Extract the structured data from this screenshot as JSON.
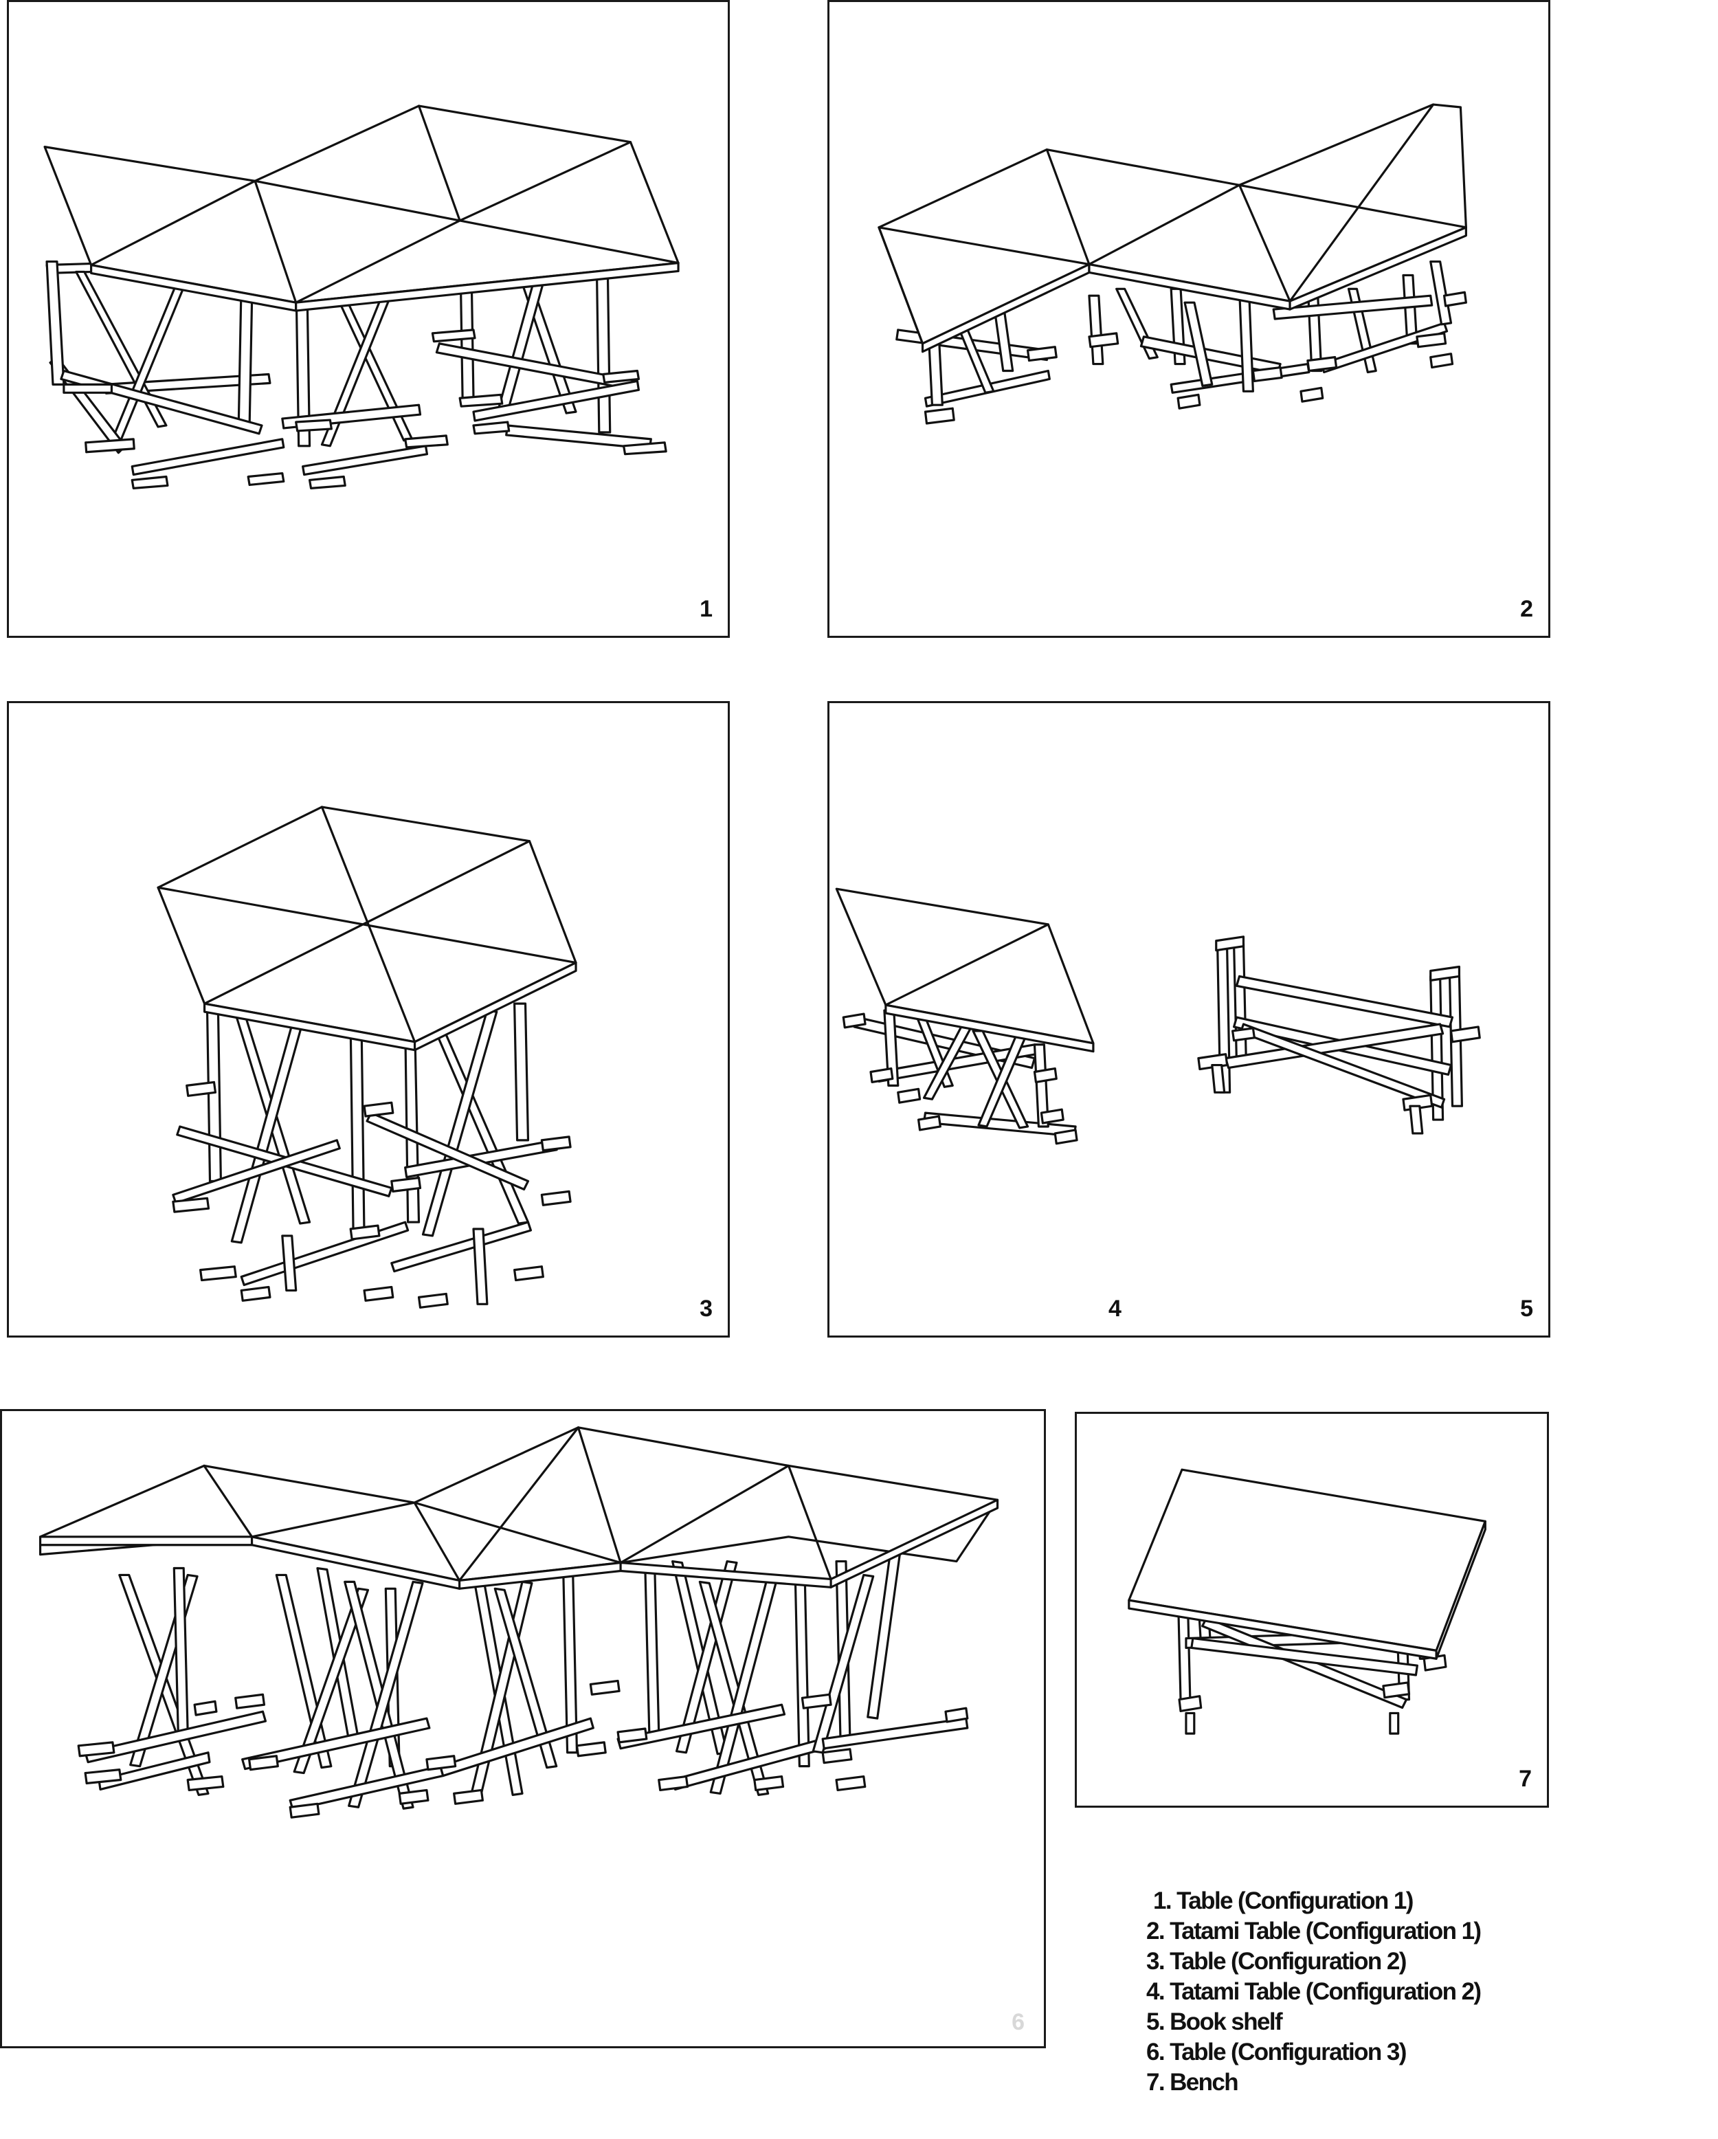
{
  "panels": [
    {
      "number": "1",
      "kind": "table"
    },
    {
      "number": "2",
      "kind": "tatami-table"
    },
    {
      "number": "3",
      "kind": "table"
    },
    {
      "number": "4",
      "kind": "tatami-table"
    },
    {
      "number": "5",
      "kind": "book-shelf"
    },
    {
      "number": "6",
      "kind": "table"
    },
    {
      "number": "7",
      "kind": "bench"
    }
  ],
  "legend": [
    "1. Table (Configuration 1)",
    "2. Tatami  Table (Configuration 1)",
    "3. Table (Configuration 2)",
    "4. Tatami Table (Configuration 2)",
    "5. Book shelf",
    "6.  Table (Configuration 3)",
    "7. Bench"
  ],
  "colors": {
    "line": "#111111",
    "background": "#ffffff",
    "faint_label": "#d8d8d8"
  }
}
